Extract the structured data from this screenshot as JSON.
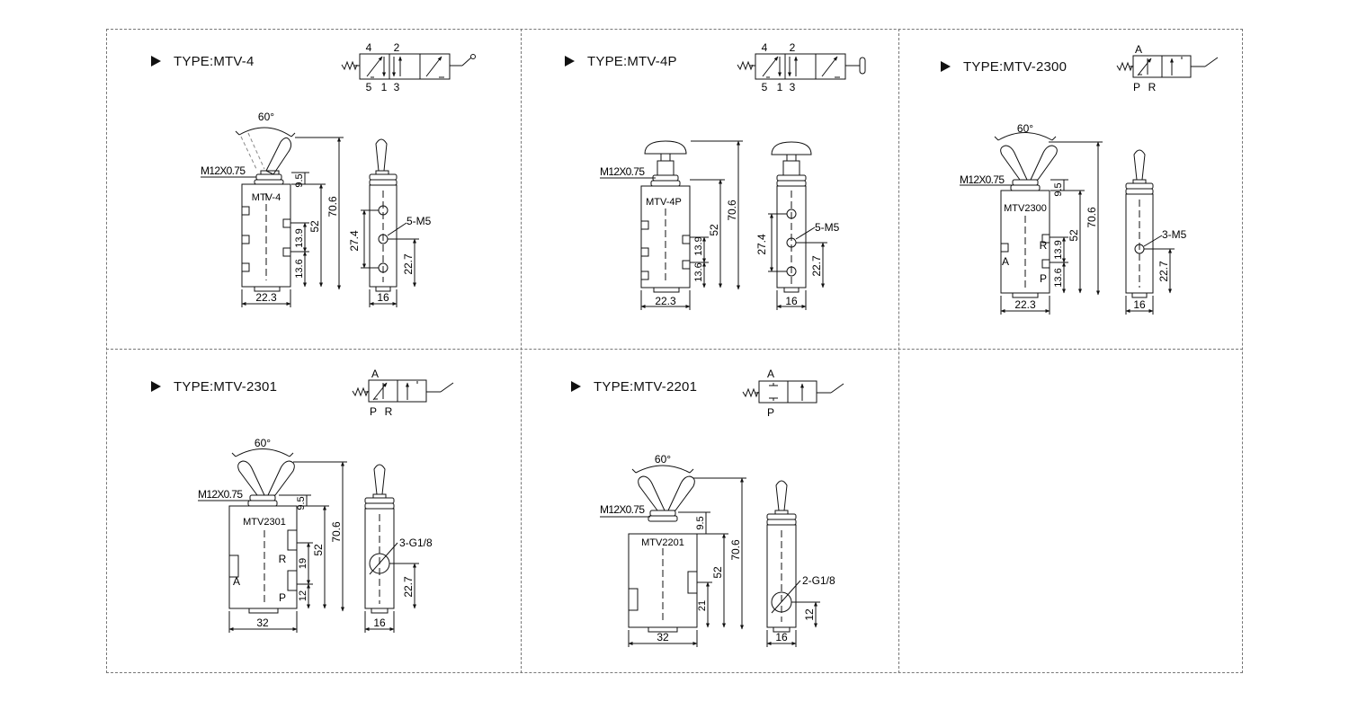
{
  "cells": [
    {
      "id": "mtv-4",
      "title": "TYPE:MTV-4",
      "ports_top": [
        "4",
        "2"
      ],
      "ports_bottom": [
        "5",
        "1",
        "3"
      ],
      "labels": {
        "angle": "60°",
        "thread": "M12X0.75",
        "body": "MTV-4",
        "total_height": "70.6",
        "body_height": "52",
        "top_offset": "9.5",
        "pitch": "13.9",
        "bottom_offset": "13.6",
        "width": "22.3",
        "side_pitch": "27.4",
        "port_spec": "5-M5",
        "side_bottom": "22.7",
        "side_width": "16"
      }
    },
    {
      "id": "mtv-4p",
      "title": "TYPE:MTV-4P",
      "ports_top": [
        "4",
        "2"
      ],
      "ports_bottom": [
        "5",
        "1",
        "3"
      ],
      "labels": {
        "thread": "M12X0.75",
        "body": "MTV-4P",
        "total_height": "70.6",
        "body_height": "52",
        "pitch": "13.9",
        "bottom_offset": "13.6",
        "width": "22.3",
        "side_pitch": "27.4",
        "port_spec": "5-M5",
        "side_bottom": "22.7",
        "side_width": "16"
      }
    },
    {
      "id": "mtv-2300",
      "title": "TYPE:MTV-2300",
      "ports_top": [
        "A"
      ],
      "ports_bottom": [
        "P",
        "R"
      ],
      "labels": {
        "angle": "60°",
        "thread": "M12X0.75",
        "body": "MTV2300",
        "total_height": "70.6",
        "body_height": "52",
        "top_offset": "9.5",
        "pitch": "13.9",
        "bottom_offset": "13.6",
        "width": "22.3",
        "port_a": "A",
        "port_r": "R",
        "port_p": "P",
        "port_spec": "3-M5",
        "side_bottom": "22.7",
        "side_width": "16"
      }
    },
    {
      "id": "mtv-2301",
      "title": "TYPE:MTV-2301",
      "ports_top": [
        "A"
      ],
      "ports_bottom": [
        "P",
        "R"
      ],
      "labels": {
        "angle": "60°",
        "thread": "M12X0.75",
        "body": "MTV2301",
        "total_height": "70.6",
        "body_height": "52",
        "top_offset": "9.5",
        "pitch": "19",
        "bottom_offset": "12",
        "width": "32",
        "port_a": "A",
        "port_r": "R",
        "port_p": "P",
        "port_spec": "3-G1/8",
        "side_bottom": "22.7",
        "side_width": "16"
      }
    },
    {
      "id": "mtv-2201",
      "title": "TYPE:MTV-2201",
      "ports_top": [
        "A"
      ],
      "ports_bottom": [
        "P"
      ],
      "labels": {
        "angle": "60°",
        "thread": "M12X0.75",
        "body": "MTV2201",
        "total_height": "70.6",
        "body_height": "52",
        "top_offset": "9.5",
        "bottom_offset": "21",
        "width": "32",
        "port_spec": "2-G1/8",
        "side_bottom": "12",
        "side_width": "16"
      }
    }
  ],
  "colors": {
    "line": "#111111",
    "frame": "#777777",
    "dim": "#333333",
    "background": "#ffffff"
  }
}
